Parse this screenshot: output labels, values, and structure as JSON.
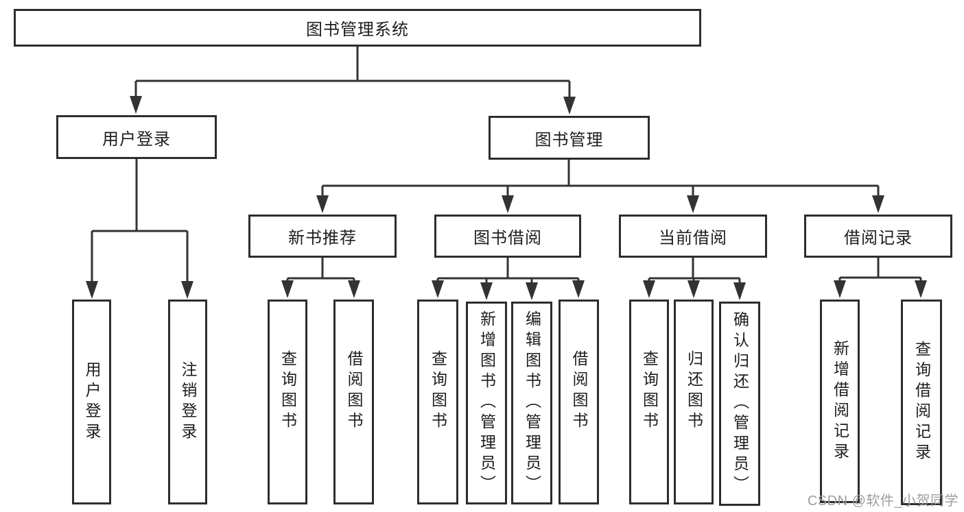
{
  "diagram": {
    "root": {
      "label": "图书管理系统"
    },
    "branches": [
      {
        "label": "用户登录",
        "children": [
          {
            "label": "用户登录"
          },
          {
            "label": "注销登录"
          }
        ]
      },
      {
        "label": "图书管理",
        "children": [
          {
            "label": "新书推荐",
            "children": [
              {
                "label": "查询图书"
              },
              {
                "label": "借阅图书"
              }
            ]
          },
          {
            "label": "图书借阅",
            "children": [
              {
                "label": "查询图书"
              },
              {
                "label": "新增图书（管理员）"
              },
              {
                "label": "编辑图书（管理员）"
              },
              {
                "label": "借阅图书"
              }
            ]
          },
          {
            "label": "当前借阅",
            "children": [
              {
                "label": "查询图书"
              },
              {
                "label": "归还图书"
              },
              {
                "label": "确认归还（管理员）"
              }
            ]
          },
          {
            "label": "借阅记录",
            "children": [
              {
                "label": "新增借阅记录"
              },
              {
                "label": "查询借阅记录"
              }
            ]
          }
        ]
      }
    ]
  },
  "watermark": {
    "text": "CSDN @软件_小贺同学"
  },
  "colors": {
    "line": "#333333",
    "box_border": "#2d2d2d",
    "text": "#1d1d1d",
    "watermark": "#9e9e9e",
    "background": "#ffffff"
  }
}
